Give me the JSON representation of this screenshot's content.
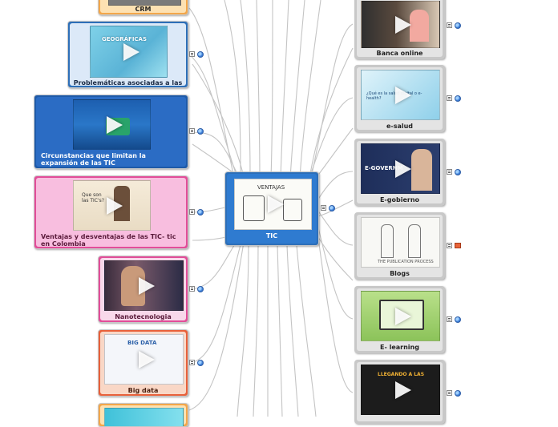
{
  "center": {
    "label": "TIC"
  },
  "left_nodes": [
    {
      "id": "crm",
      "label": "CRM"
    },
    {
      "id": "problematicas",
      "label": "Problemáticas asociadas a las TIC",
      "thumb_text": "GEOGRÁFICAS"
    },
    {
      "id": "circunstancias",
      "label": "Circunstancias que limitan la expansión de las TIC"
    },
    {
      "id": "ventajas",
      "label": "Ventajas y desventajas de las TIC- tic en Colombia",
      "thumb_text": "Que son las TIC's?"
    },
    {
      "id": "nanotecnologia",
      "label": "Nanotecnologia"
    },
    {
      "id": "bigdata",
      "label": "Big data",
      "thumb_text": "BIG DATA"
    }
  ],
  "right_nodes": [
    {
      "id": "banca",
      "label": "Banca online"
    },
    {
      "id": "esalud",
      "label": "e-salud",
      "thumb_text": "¿Qué es la salud digital o e-health?"
    },
    {
      "id": "egobierno",
      "label": "E-gobierno",
      "thumb_text": "E-GOVERNM"
    },
    {
      "id": "blogs",
      "label": "Blogs",
      "thumb_text": "THE PUBLICATION PROCESS"
    },
    {
      "id": "elearning",
      "label": "E- learning"
    },
    {
      "id": "last",
      "label": "",
      "thumb_text": "LLEGANDO A LAS"
    }
  ],
  "center_thumb_text": "VENTAJAS",
  "icons": {
    "note": "note-icon",
    "link": "globe-icon",
    "photo": "photo-icon"
  },
  "colors": {
    "link_line": "#b8b8b8",
    "node_border_orange": "#e8952c",
    "node_border_blue": "#2d6fb8",
    "node_border_pink": "#d83c8a"
  }
}
